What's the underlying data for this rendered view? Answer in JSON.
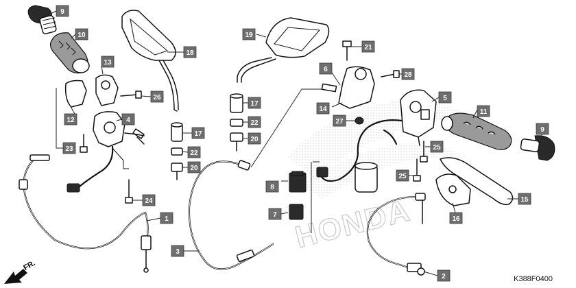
{
  "diagram": {
    "drawing_code": "K388F0400",
    "orientation_label": "FR.",
    "watermark": "HONDA",
    "callouts": {
      "c1": "1",
      "c2": "2",
      "c3": "3",
      "c4": "4",
      "c5": "5",
      "c6": "6",
      "c7": "7",
      "c8": "8",
      "c9a": "9",
      "c9b": "9",
      "c10": "10",
      "c11": "11",
      "c12": "12",
      "c13": "13",
      "c14": "14",
      "c15": "15",
      "c16": "16",
      "c17a": "17",
      "c17b": "17",
      "c18": "18",
      "c19": "19",
      "c20a": "20",
      "c20b": "20",
      "c21": "21",
      "c22a": "22",
      "c22b": "22",
      "c23": "23",
      "c24": "24",
      "c25a": "25",
      "c25b": "25",
      "c26": "26",
      "c27": "27",
      "c28": "28"
    }
  }
}
